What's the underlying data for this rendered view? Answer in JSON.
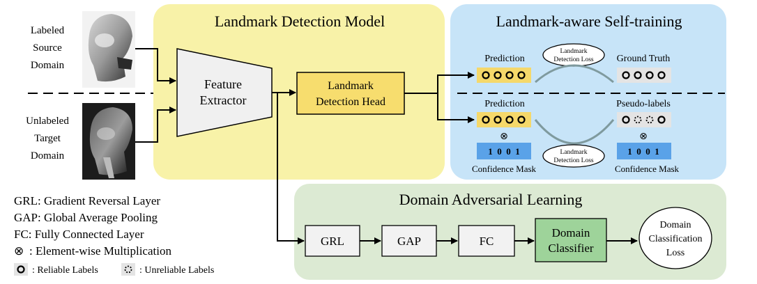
{
  "source_domain_label": [
    "Labeled",
    "Source",
    "Domain"
  ],
  "target_domain_label": [
    "Unlabeled",
    "Target",
    "Domain"
  ],
  "model_panel": {
    "title": "Landmark Detection Model",
    "feature_extractor": [
      "Feature",
      "Extractor"
    ],
    "detection_head": [
      "Landmark",
      "Detection Head"
    ],
    "color": "#f8f2a8",
    "head_color": "#f7dd6e"
  },
  "self_training_panel": {
    "title": "Landmark-aware Self-training",
    "color": "#c7e4f8",
    "prediction_label_top": "Prediction",
    "ground_truth_label": "Ground Truth",
    "loss_top": [
      "Landmark",
      "Detection Loss"
    ],
    "prediction_label_bottom": "Prediction",
    "pseudo_labels_label": "Pseudo-labels",
    "loss_bottom": [
      "Landmark",
      "Detection Loss"
    ],
    "mask_left": "1  0  0  1",
    "mask_right": "1  0  0  1",
    "mask_left_caption": "Confidence Mask",
    "mask_right_caption": "Confidence Mask",
    "multiply_symbol": "⊗",
    "mask_color": "#5aa2e8"
  },
  "adversarial_panel": {
    "title": "Domain Adversarial Learning",
    "color": "#dcead3",
    "grl": "GRL",
    "gap": "GAP",
    "fc": "FC",
    "classifier": [
      "Domain",
      "Classifier"
    ],
    "classifier_color": "#9ed39a",
    "loss": [
      "Domain",
      "Classification",
      "Loss"
    ]
  },
  "legend": {
    "grl": "GRL: Gradient Reversal Layer",
    "gap": "GAP: Global Average Pooling",
    "fc": "FC: Fully Connected Layer",
    "mult": ": Element-wise Multiplication",
    "mult_symbol": "⊗",
    "reliable": ": Reliable Labels",
    "unreliable": ": Unreliable Labels"
  }
}
